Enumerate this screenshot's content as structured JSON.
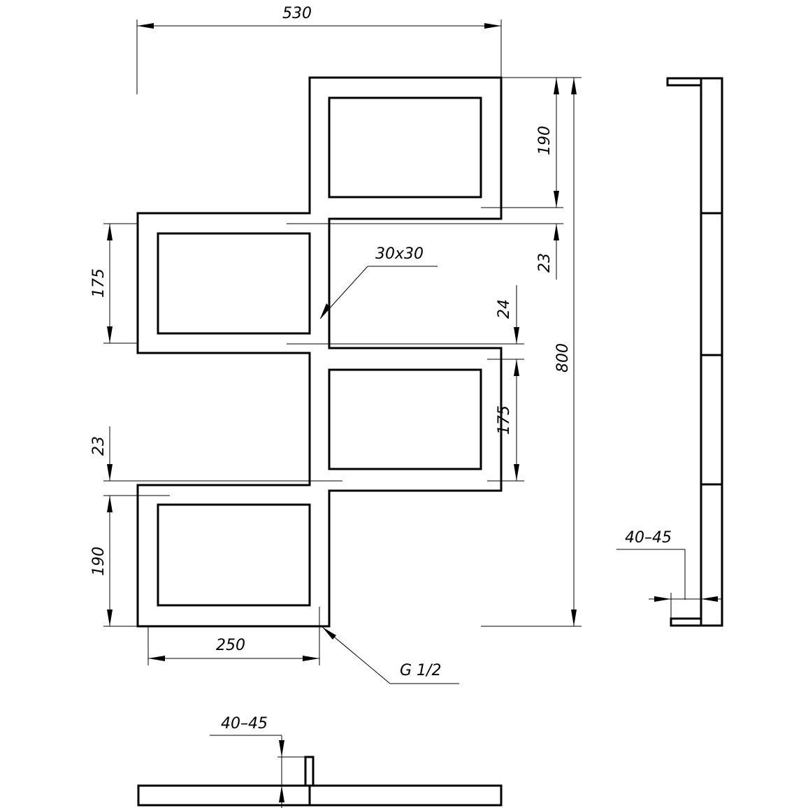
{
  "dimensions": {
    "overall_width": "530",
    "overall_height": "800",
    "top_panel_height": "190",
    "gap_top": "23",
    "left_upper_panel_height": "175",
    "tube_label": "30x30",
    "gap_middle": "24",
    "right_lower_panel_height": "175",
    "gap_bottom": "23",
    "bottom_panel_height": "190",
    "bottom_width": "250",
    "connection": "G 1/2",
    "wall_distance_side": "40–45",
    "wall_distance_bottom": "40–45"
  }
}
